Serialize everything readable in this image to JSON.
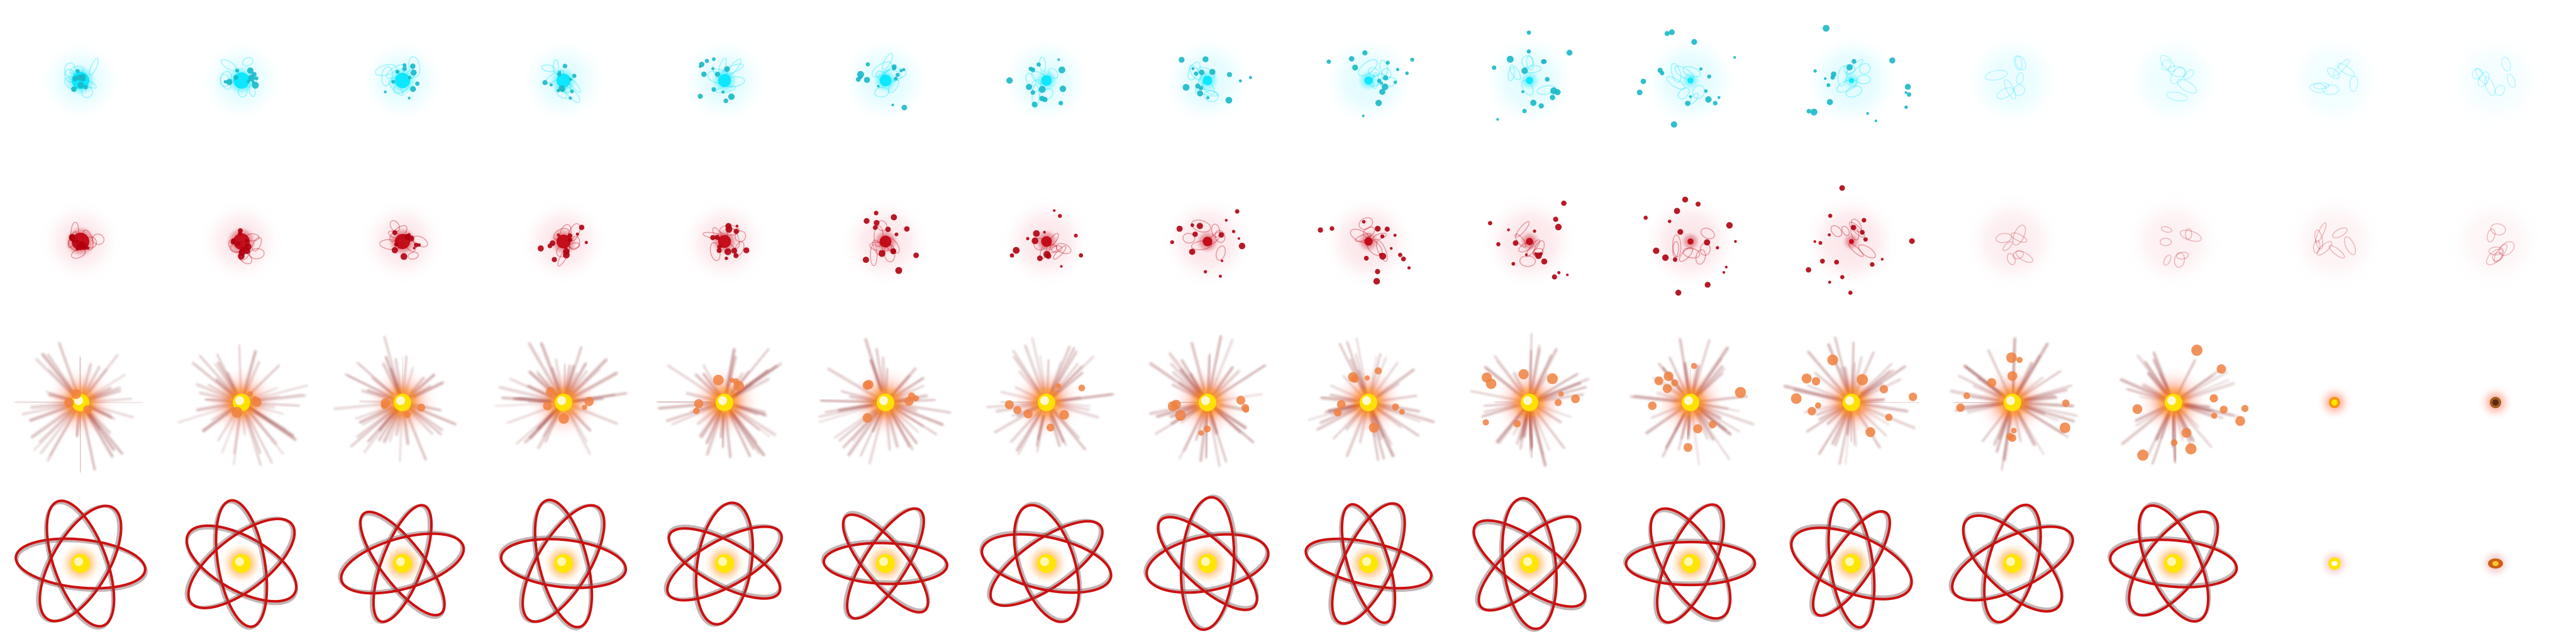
{
  "sprite_sheet": {
    "layout": {
      "columns": 16,
      "rows": 4
    },
    "background_color": "#ffffff",
    "rows": [
      {
        "animation": "cyan-spark-burst",
        "icon": "spark-burst-icon",
        "colors": {
          "core": "#00e5ff",
          "glow": "#bff8ff",
          "particle": "#18b8c8"
        },
        "burst_frames": 12,
        "fade_frames": 4,
        "frame_count": 16
      },
      {
        "animation": "red-spark-burst",
        "icon": "spark-burst-icon",
        "colors": {
          "core": "#c00010",
          "glow": "#f7c9d0",
          "particle": "#b00010"
        },
        "burst_frames": 12,
        "fade_frames": 4,
        "frame_count": 16
      },
      {
        "animation": "fire-explosion",
        "icon": "explosion-icon",
        "colors": {
          "core": "#ffe600",
          "inner": "#ff8c00",
          "outer": "#ff3300",
          "streak": "#8a2a2a",
          "ember": "#f08040"
        },
        "burst_frames": 14,
        "ember_frames": 2,
        "frame_count": 16
      },
      {
        "animation": "orbit-energy-ring",
        "icon": "orbit-rings-icon",
        "colors": {
          "core": "#ffe600",
          "ring": "#cc1010",
          "ring_shadow": "#7a5a5a"
        },
        "ring_frames": 14,
        "ember_frames": 2,
        "frame_count": 16
      }
    ]
  }
}
